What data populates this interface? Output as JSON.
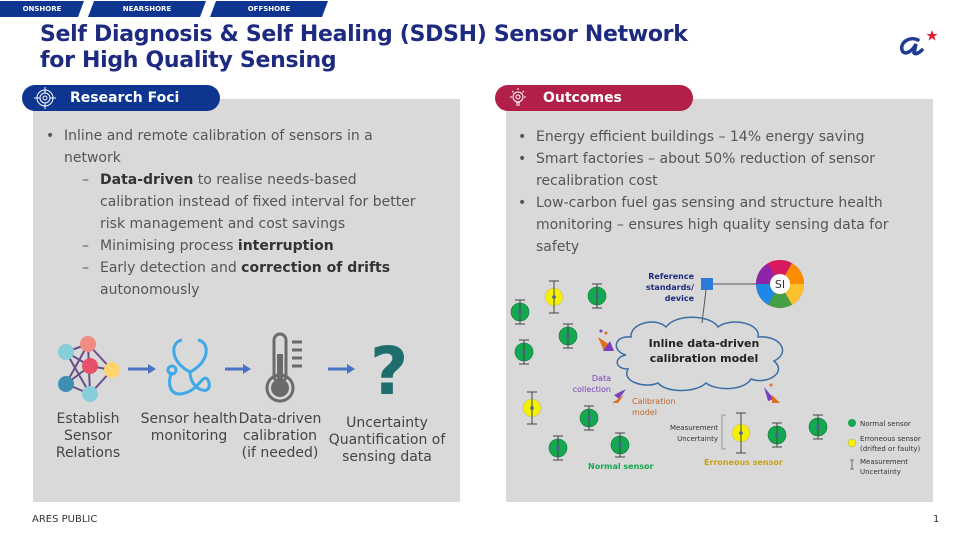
{
  "nav_tabs": [
    "ONSHORE",
    "NEARSHORE",
    "OFFSHORE"
  ],
  "title_line1": "Self Diagnosis & Self Healing (SDSH) Sensor Network",
  "title_line2": "for High Quality Sensing",
  "logo_icon": "a-star-logo",
  "research": {
    "heading": "Research Foci",
    "icon": "target-icon",
    "bullet_main": "Inline and remote calibration of sensors in a",
    "bullet_main_2": "network",
    "sub1_bold": "Data-driven",
    "sub1_rest": " to realise needs-based",
    "sub1_l2": "calibration instead of fixed interval for better",
    "sub1_l3": "risk management and cost savings",
    "sub2_pre": "Minimising process ",
    "sub2_bold": "interruption",
    "sub3_pre": "Early detection and ",
    "sub3_bold": "correction of drifts",
    "sub3_l2": "autonomously",
    "flow": [
      {
        "icon": "network-icon",
        "label1": "Establish",
        "label2": "Sensor",
        "label3": "Relations"
      },
      {
        "icon": "stethoscope-icon",
        "label1": "Sensor health",
        "label2": "monitoring",
        "label3": ""
      },
      {
        "icon": "thermometer-icon",
        "label1": "Data-driven",
        "label2": "calibration",
        "label3": "(if needed)"
      },
      {
        "icon": "question-mark-icon",
        "label1": "Uncertainty",
        "label2": "Quantification of",
        "label3": "sensing data"
      }
    ]
  },
  "outcomes": {
    "heading": "Outcomes",
    "icon": "lightbulb-icon",
    "b1": "Energy efficient  buildings – 14% energy saving",
    "b2": "Smart factories – about 50% reduction of sensor",
    "b2_l2": "recalibration cost",
    "b3": "Low-carbon fuel gas sensing and structure health",
    "b3_l2": "monitoring – ensures high quality sensing data for",
    "b3_l3": "safety"
  },
  "diagram": {
    "reference_l1": "Reference",
    "reference_l2": "standards/",
    "reference_l3": "device",
    "si_label": "SI",
    "cloud_l1": "Inline data-driven",
    "cloud_l2": "calibration model",
    "data_l1": "Data",
    "data_l2": "collection",
    "calib_l1": "Calibration",
    "calib_l2": "model",
    "mu_l1": "Measurement",
    "mu_l2": "Uncertainty",
    "normal_label": "Normal sensor",
    "erroneous_label": "Erroneous sensor",
    "legend": {
      "normal": "Normal sensor",
      "err_l1": "Erroneous sensor",
      "err_l2": "(drifted or faulty)",
      "mu_l1": "Measurement",
      "mu_l2": "Uncertainty"
    },
    "colors": {
      "normal": "#14a850",
      "erroneous": "#f5f000",
      "purple": "#7a3fbf",
      "orange": "#e07020",
      "cloud": "#3a6ea5"
    }
  },
  "footer": "ARES PUBLIC",
  "page_number": "1"
}
